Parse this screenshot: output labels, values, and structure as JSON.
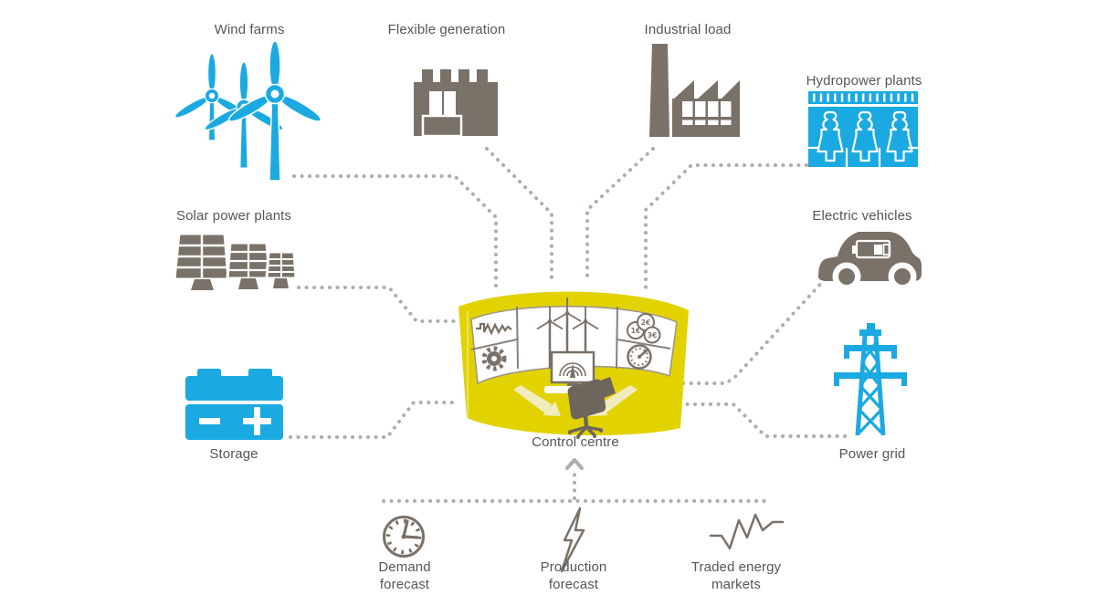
{
  "palette": {
    "cyan": "#1BA9E1",
    "warm_gray": "#7A7168",
    "dark_gray": "#6E665D",
    "yellow": "#E2D200",
    "light_yellow": "#F1ECBE",
    "dot_gray": "#B3ACA5",
    "text_gray": "#55565A",
    "white": "#FFFFFF"
  },
  "nodes": {
    "wind_farms": {
      "label": "Wind farms"
    },
    "flexible_generation": {
      "label": "Flexible generation"
    },
    "industrial_load": {
      "label": "Industrial load"
    },
    "hydropower_plants": {
      "label": "Hydropower plants"
    },
    "solar_power_plants": {
      "label": "Solar power plants"
    },
    "electric_vehicles": {
      "label": "Electric vehicles"
    },
    "storage": {
      "label": "Storage"
    },
    "power_grid": {
      "label": "Power grid"
    },
    "control_centre": {
      "label": "Control centre"
    }
  },
  "forecast_inputs": {
    "demand": {
      "label": "Demand\nforecast"
    },
    "production": {
      "label": "Production\nforecast"
    },
    "traded": {
      "label": "Traded energy\nmarkets"
    }
  },
  "control_centre_screens": {
    "coin_labels": [
      "1€",
      "2€",
      "3€"
    ]
  },
  "edges": [
    {
      "from": "wind_farms",
      "to": "control_centre"
    },
    {
      "from": "flexible_generation",
      "to": "control_centre"
    },
    {
      "from": "industrial_load",
      "to": "control_centre"
    },
    {
      "from": "hydropower_plants",
      "to": "control_centre"
    },
    {
      "from": "solar_power_plants",
      "to": "control_centre"
    },
    {
      "from": "electric_vehicles",
      "to": "control_centre"
    },
    {
      "from": "storage",
      "to": "control_centre"
    },
    {
      "from": "power_grid",
      "to": "control_centre"
    },
    {
      "from": "forecast_inputs",
      "to": "control_centre"
    }
  ]
}
